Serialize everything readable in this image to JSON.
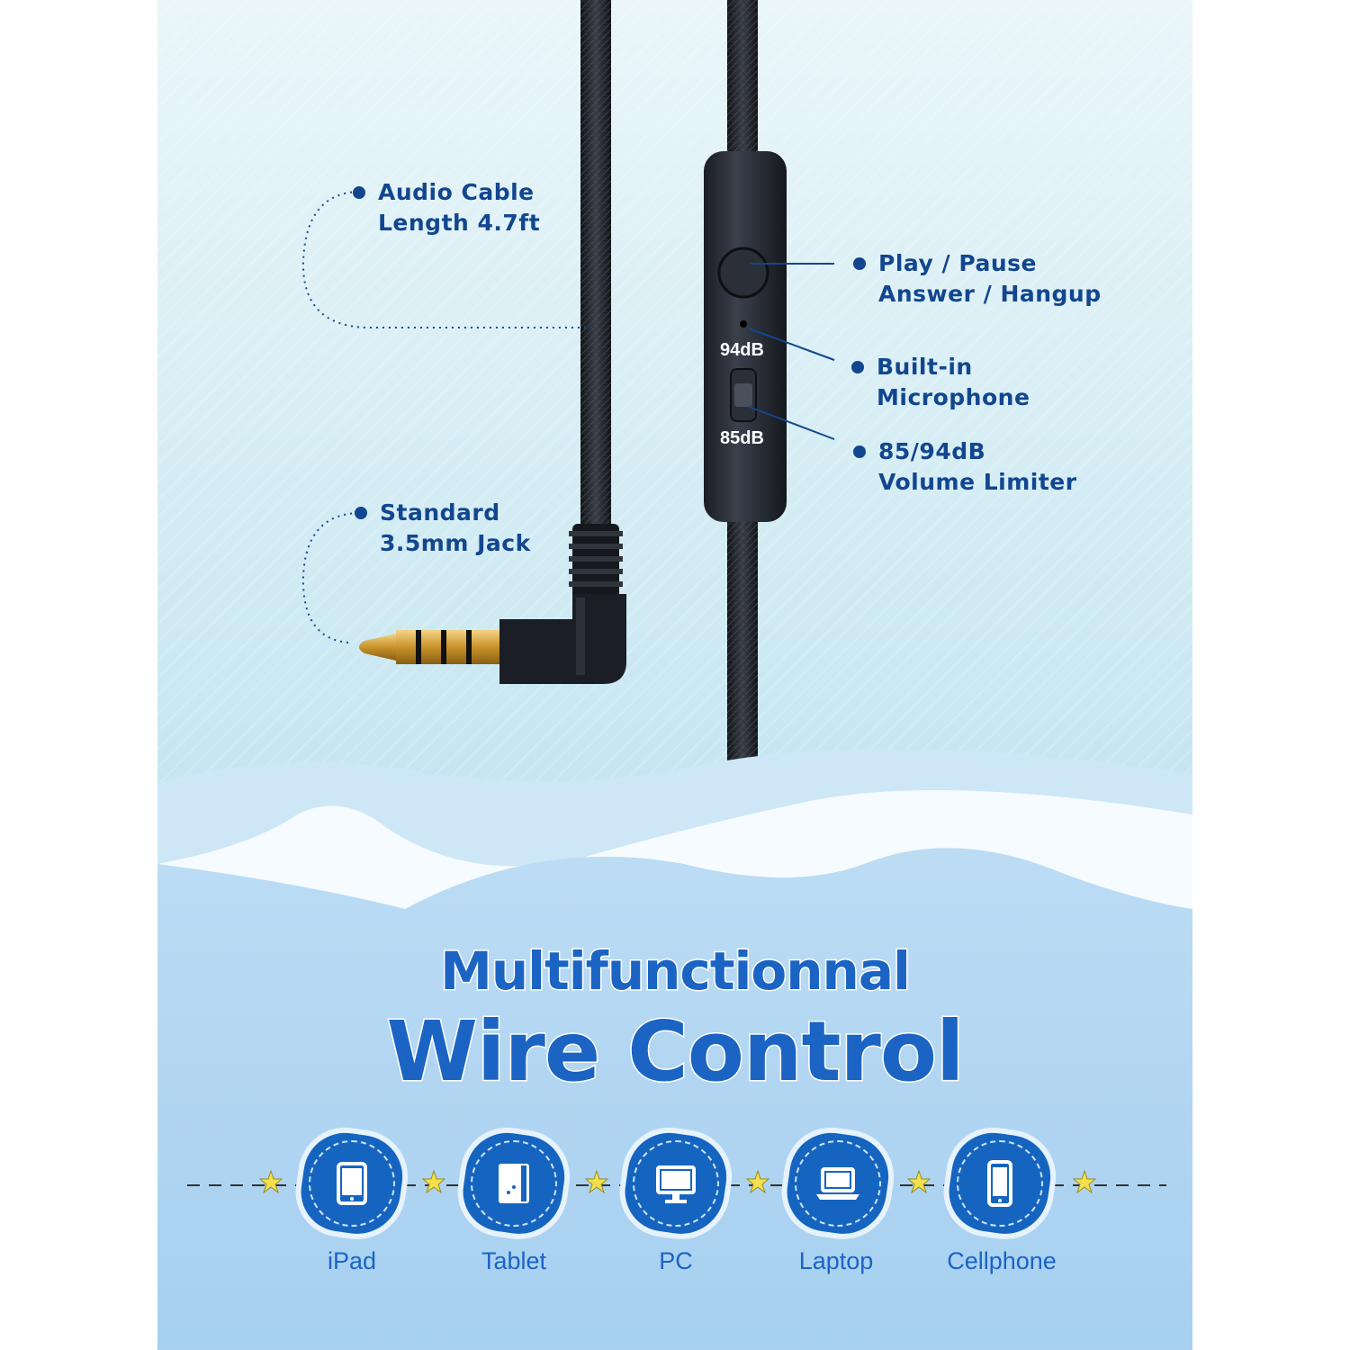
{
  "callouts": {
    "audio_cable": {
      "line1": "Audio Cable",
      "line2": "Length 4.7ft"
    },
    "jack": {
      "line1": "Standard",
      "line2": "3.5mm Jack"
    },
    "play_pause": {
      "line1": "Play / Pause",
      "line2": "Answer / Hangup"
    },
    "microphone": {
      "line1": "Built-in",
      "line2": "Microphone"
    },
    "limiter": {
      "line1": "85/94dB",
      "line2": "Volume Limiter"
    }
  },
  "remote": {
    "top_label": "94dB",
    "bottom_label": "85dB"
  },
  "heading": {
    "line1": "Multifunctionnal",
    "line2": "Wire Control"
  },
  "devices": [
    {
      "label": "iPad",
      "icon": "ipad-icon"
    },
    {
      "label": "Tablet",
      "icon": "tablet-icon"
    },
    {
      "label": "PC",
      "icon": "pc-icon"
    },
    {
      "label": "Laptop",
      "icon": "laptop-icon"
    },
    {
      "label": "Cellphone",
      "icon": "cellphone-icon"
    }
  ],
  "colors": {
    "accent": "#12468f",
    "heading": "#1b64c4",
    "badge": "#1565c0",
    "cable": "#1b1e24",
    "gold": "#d6a53a"
  }
}
